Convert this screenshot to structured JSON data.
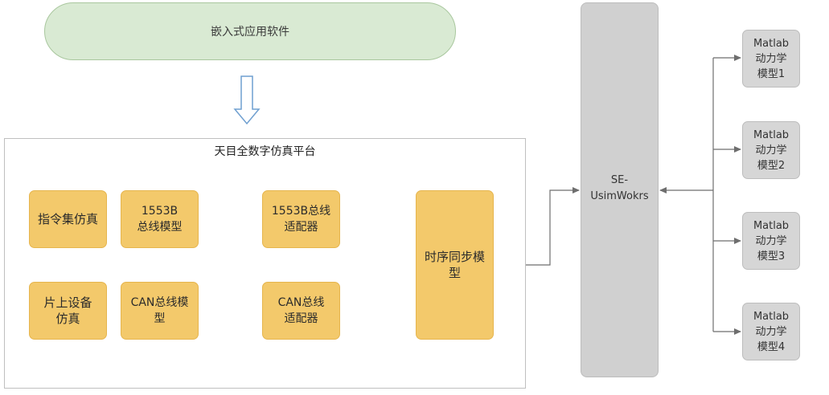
{
  "app_software": "嵌入式应用软件",
  "platform_title": "天目全数字仿真平台",
  "blocks": {
    "instruction_sim": "指令集仿真",
    "onchip_sim": "片上设备仿真",
    "bus1553_model": "1553B\n总线模型",
    "can_model": "CAN总线模\n型",
    "adapter1553": "1553B总线\n适配器",
    "adapter_can": "CAN总线\n适配器",
    "timing_sync": "时序同步模\n型"
  },
  "se_usimworks": "SE-\nUsimWokrs",
  "matlab_models": [
    "Matlab\n动力学\n模型1",
    "Matlab\n动力学\n模型2",
    "Matlab\n动力学\n模型3",
    "Matlab\n动力学\n模型4"
  ]
}
